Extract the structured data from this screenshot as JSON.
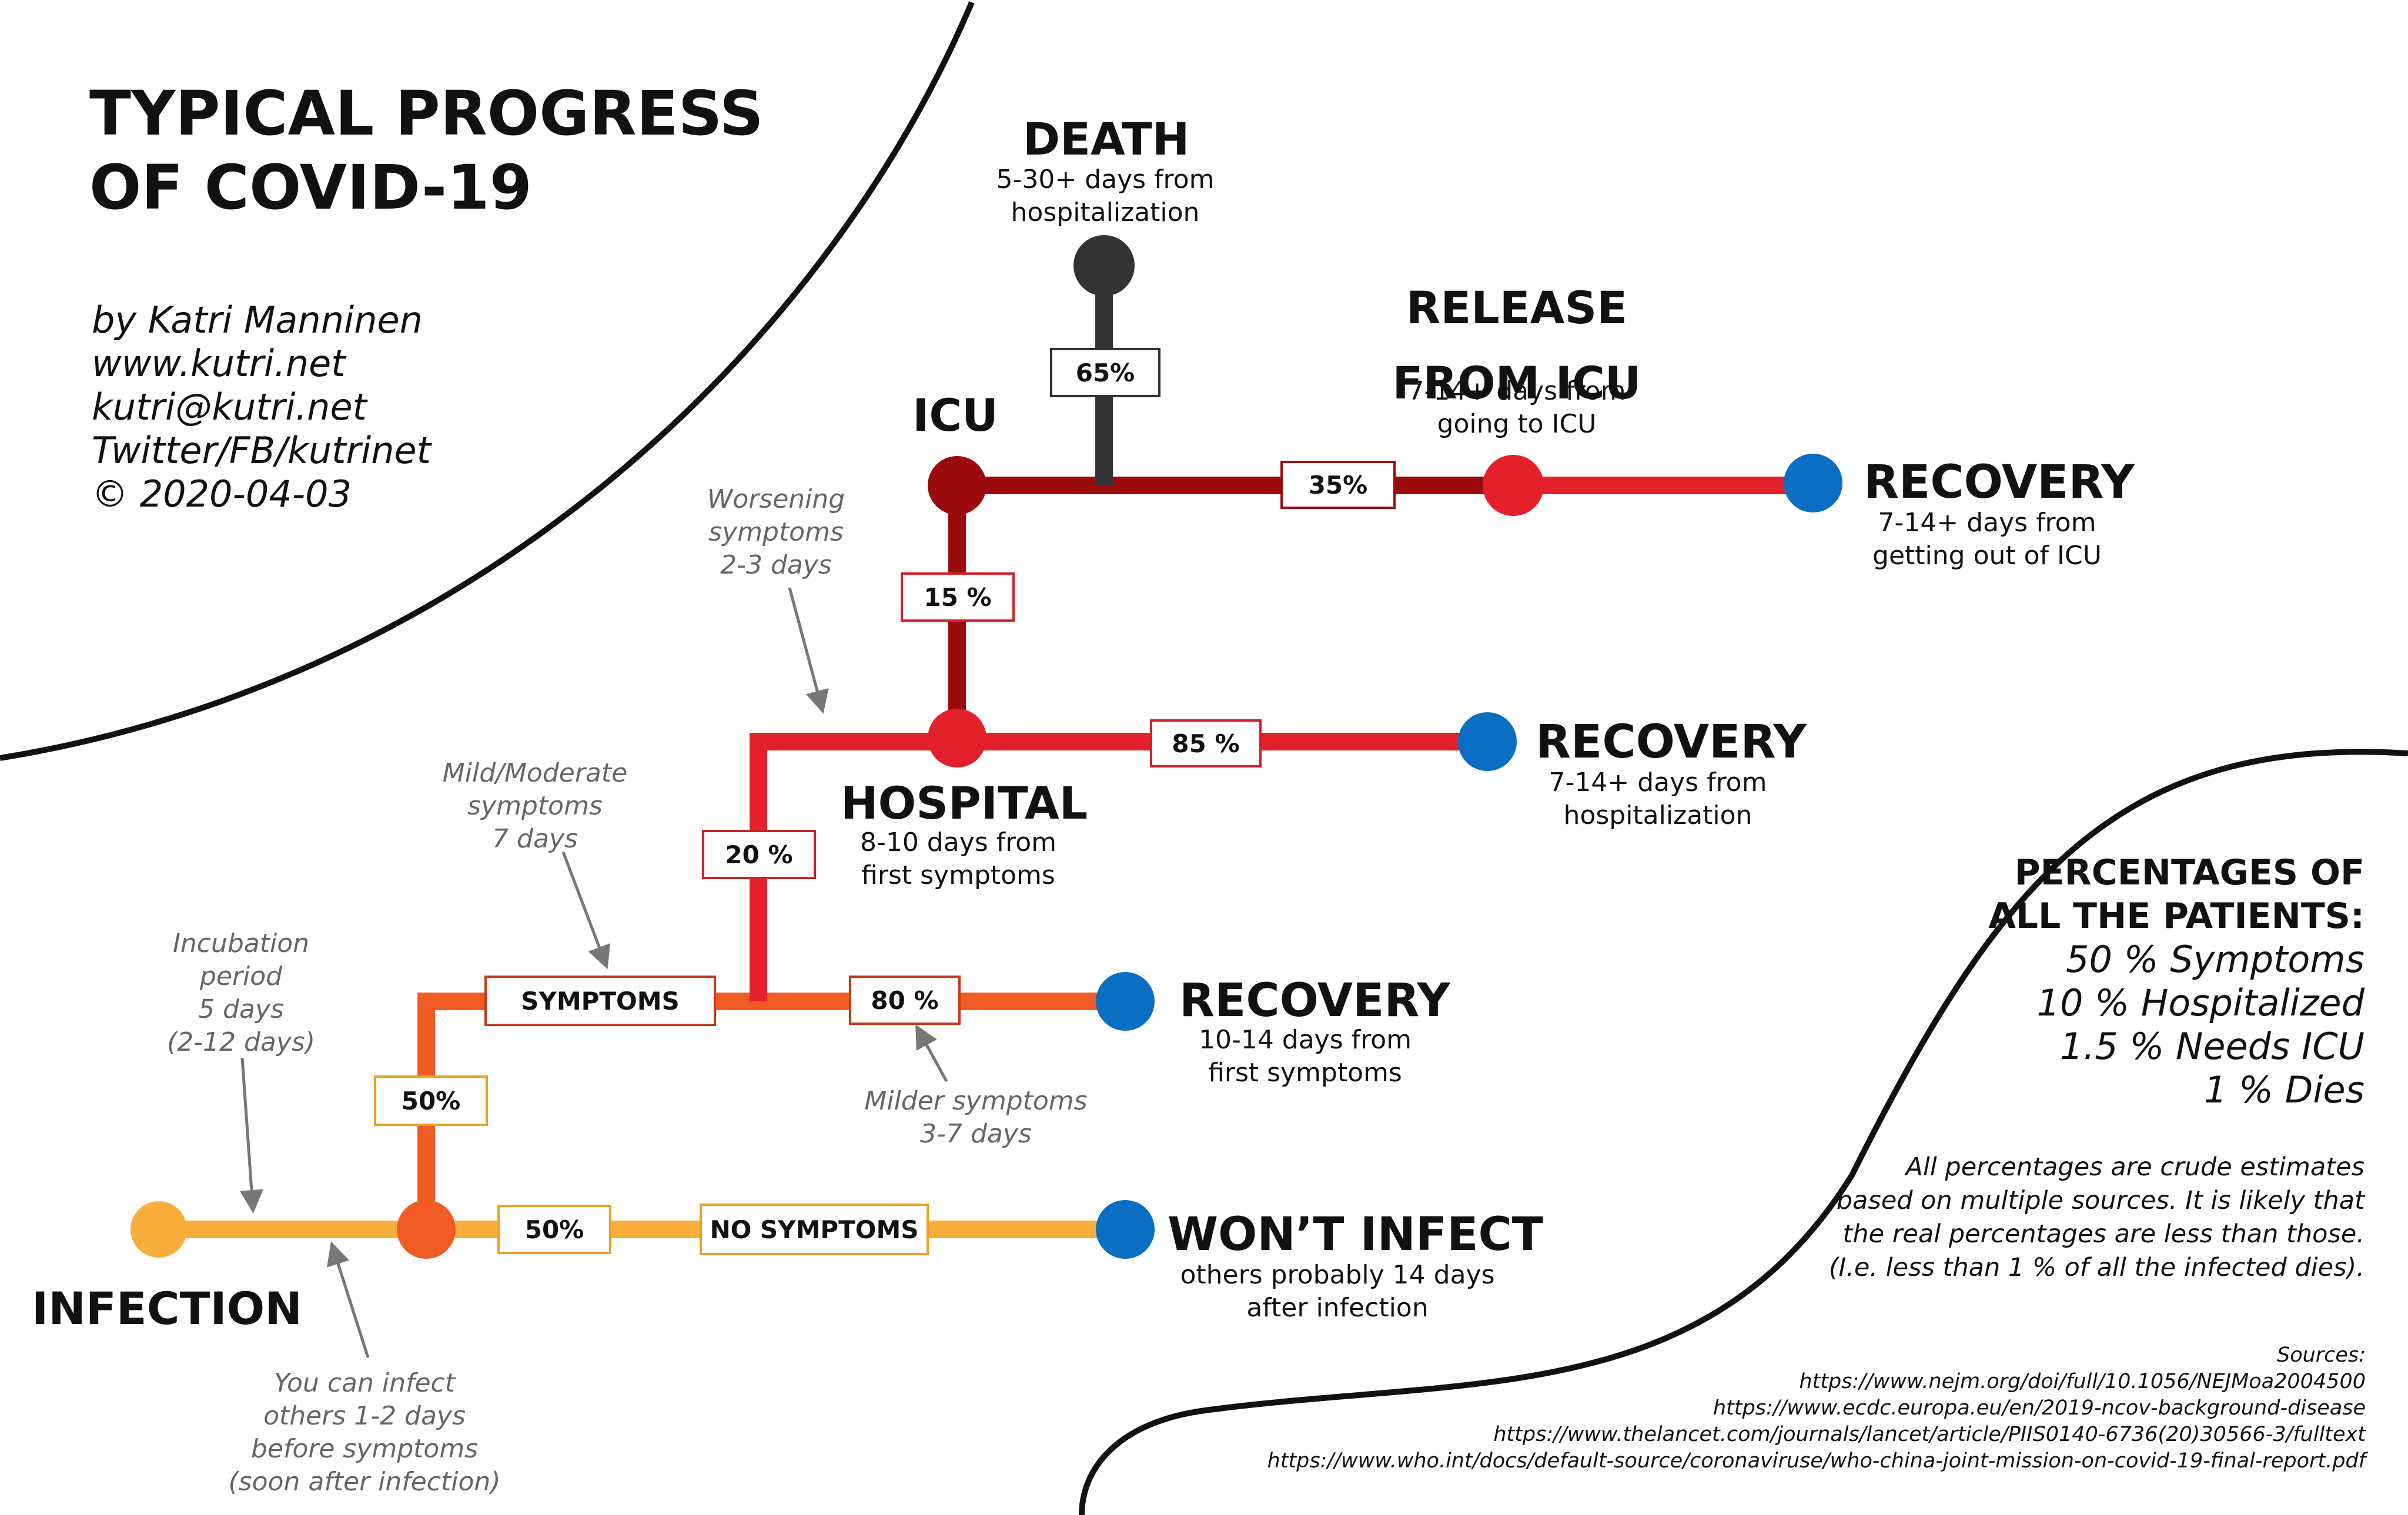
{
  "title": "TYPICAL PROGRESS\nOF COVID-19",
  "author": {
    "lines": [
      "by Katri Manninen",
      "www.kutri.net",
      "kutri@kutri.net",
      "Twitter/FB/kutrinet",
      "© 2020-04-03"
    ]
  },
  "colors": {
    "infection_line": "#f9ae3c",
    "symptoms_line": "#ef5b22",
    "hospital_line": "#e4202a",
    "icu_line": "#9b0b0e",
    "death_line": "#333333",
    "recovery_dot": "#0a6fc2"
  },
  "nodes": {
    "infection": {
      "label": "INFECTION"
    },
    "hospital": {
      "label": "HOSPITAL",
      "sub": "8-10 days from\nfirst symptoms"
    },
    "icu": {
      "label": "ICU"
    },
    "death": {
      "label": "DEATH",
      "sub": "5-30+ days from\nhospitalization"
    },
    "release_icu": {
      "label": "RELEASE\nFROM ICU",
      "sub": "7-14+ days from\ngoing to ICU"
    },
    "recovery_icu": {
      "label": "RECOVERY",
      "sub": "7-14+ days from\ngetting out of ICU"
    },
    "recovery_hospital": {
      "label": "RECOVERY",
      "sub": "7-14+ days from\nhospitalization"
    },
    "recovery_symptoms": {
      "label": "RECOVERY",
      "sub": "10-14 days from\nfirst symptoms"
    },
    "wont_infect": {
      "label": "WON’T INFECT",
      "sub": "others probably 14 days\nafter infection"
    }
  },
  "percentages": {
    "death": "65%",
    "release_icu": "35%",
    "icu": "15 %",
    "recovery_hospital": "85 %",
    "hospital": "20 %",
    "recovery_symptoms": "80 %",
    "symptoms": "50%",
    "no_symptoms": "50%"
  },
  "stage_labels": {
    "symptoms": "SYMPTOMS",
    "no_symptoms": "NO SYMPTOMS"
  },
  "notes": {
    "worsening": "Worsening\nsymptoms\n2-3 days",
    "mild": "Mild/Moderate\nsymptoms\n7 days",
    "incubation": "Incubation\nperiod\n5 days\n(2-12 days)",
    "milder": "Milder symptoms\n3-7 days",
    "infectious": "You can infect\nothers 1-2 days\nbefore symptoms\n(soon after infection)"
  },
  "summary": {
    "heading": [
      "PERCENTAGES OF",
      "ALL THE PATIENTS:"
    ],
    "items": [
      "50 % Symptoms",
      "10 % Hospitalized",
      "1.5 % Needs ICU",
      "1 % Dies"
    ]
  },
  "disclaimer": [
    "All percentages are crude estimates",
    "based on multiple sources. It is likely that",
    "the real percentages are less than those.",
    "(I.e. less than 1 % of all the infected dies)."
  ],
  "sources": {
    "heading": "Sources:",
    "urls": [
      "https://www.nejm.org/doi/full/10.1056/NEJMoa2004500",
      "https://www.ecdc.europa.eu/en/2019-ncov-background-disease",
      "https://www.thelancet.com/journals/lancet/article/PIIS0140-6736(20)30566-3/fulltext",
      "https://www.who.int/docs/default-source/coronaviruse/who-china-joint-mission-on-covid-19-final-report.pdf"
    ]
  }
}
